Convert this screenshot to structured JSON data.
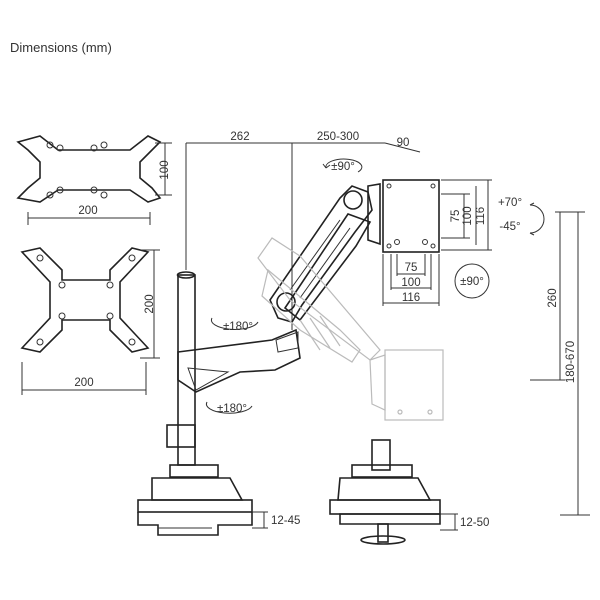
{
  "title": "Dimensions (mm)",
  "dimensions": {
    "plate1_height": "100",
    "plate1_width": "200",
    "plate2_height": "200",
    "plate2_width": "200",
    "pole_to_joint": "262",
    "arm_extension": "250-300",
    "plate_depth": "90",
    "tilt": [
      "+70°",
      "-45°"
    ],
    "plate_vertical": [
      "75",
      "100",
      "116"
    ],
    "plate_horizontal": [
      "75",
      "100",
      "116"
    ],
    "rotate_top": "±90°",
    "rotate_plate": "±90°",
    "rotate_arm_upper": "±180°",
    "rotate_arm_lower": "±180°",
    "height_arm": "260",
    "height_range": "180-670",
    "clamp_range": "12-45",
    "grommet_range": "12-50"
  }
}
